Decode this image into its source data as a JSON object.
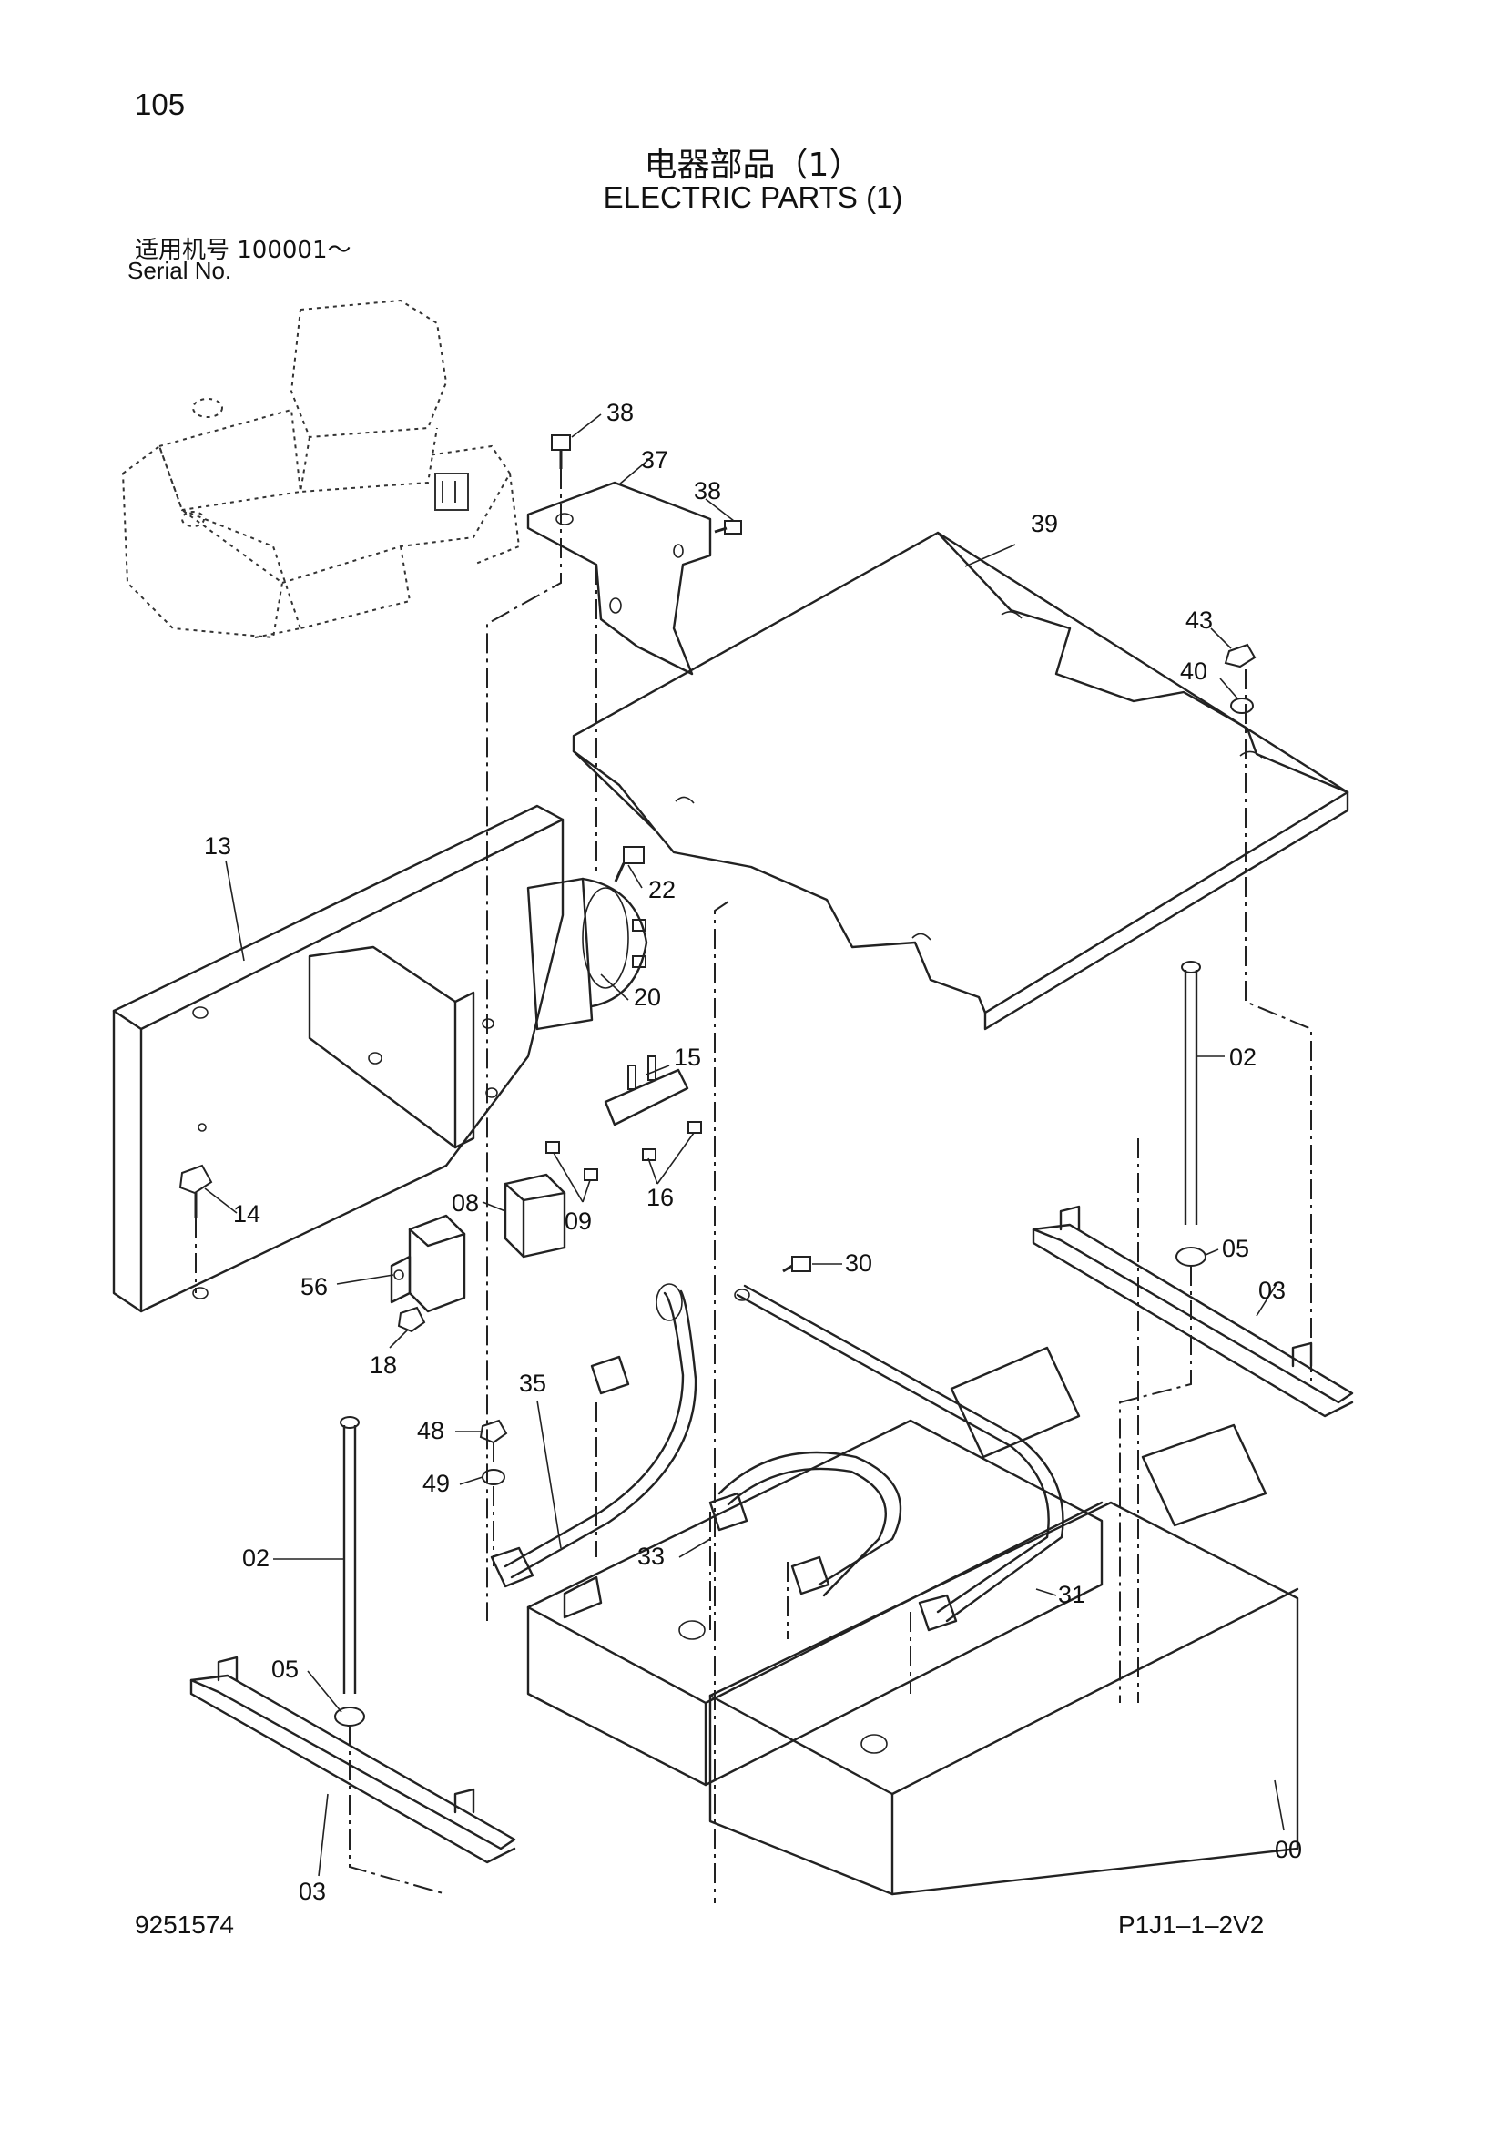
{
  "page": {
    "number": "105",
    "title_cn": "电器部品（1）",
    "title_en": "ELECTRIC PARTS (1)",
    "serial_cn": "适用机号  100001～",
    "serial_en": "Serial No.",
    "doc_number": "9251574",
    "page_code": "P1J1–1–2V2"
  },
  "callouts": {
    "c38a": "38",
    "c37": "37",
    "c38b": "38",
    "c39": "39",
    "c43": "43",
    "c40": "40",
    "c13": "13",
    "c22": "22",
    "c20": "20",
    "c15": "15",
    "c16": "16",
    "c02r": "02",
    "c14": "14",
    "c08": "08",
    "c09": "09",
    "c30": "30",
    "c05r": "05",
    "c03r": "03",
    "c56": "56",
    "c18": "18",
    "c35": "35",
    "c48": "48",
    "c49": "49",
    "c02l": "02",
    "c33": "33",
    "c31": "31",
    "c05l": "05",
    "c03l": "03",
    "c00": "00"
  }
}
